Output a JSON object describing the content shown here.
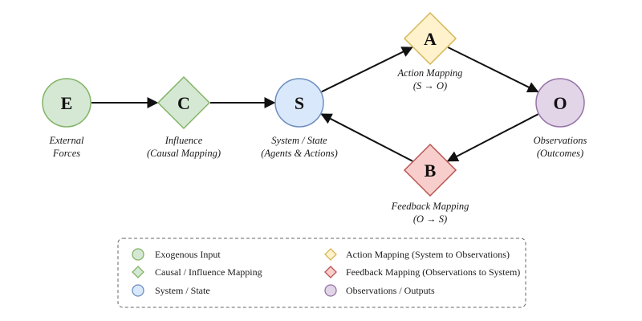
{
  "nodes": {
    "E": {
      "letter": "E",
      "label_lines": [
        "External",
        "Forces"
      ],
      "shape": "circle",
      "fill": "#d5e8d4",
      "stroke": "#82b366"
    },
    "C": {
      "letter": "C",
      "label_lines": [
        "Influence",
        "(Causal Mapping)"
      ],
      "shape": "diamond",
      "fill": "#d5e8d4",
      "stroke": "#82b366"
    },
    "S": {
      "letter": "S",
      "label_lines": [
        "System / State",
        "(Agents & Actions)"
      ],
      "shape": "circle",
      "fill": "#dae8fc",
      "stroke": "#6c8ebf"
    },
    "A": {
      "letter": "A",
      "label_lines": [
        "Action Mapping",
        "(S → O)"
      ],
      "shape": "diamond",
      "fill": "#fff2cc",
      "stroke": "#d6b656"
    },
    "O": {
      "letter": "O",
      "label_lines": [
        "Observations",
        "(Outcomes)"
      ],
      "shape": "circle",
      "fill": "#e1d5e7",
      "stroke": "#9673a6"
    },
    "B": {
      "letter": "B",
      "label_lines": [
        "Feedback Mapping",
        "(O → S)"
      ],
      "shape": "diamond",
      "fill": "#f8cecc",
      "stroke": "#b85450"
    }
  },
  "edges": [
    {
      "from": "E",
      "to": "C"
    },
    {
      "from": "C",
      "to": "S"
    },
    {
      "from": "S",
      "to": "A"
    },
    {
      "from": "A",
      "to": "O"
    },
    {
      "from": "O",
      "to": "B"
    },
    {
      "from": "B",
      "to": "S"
    }
  ],
  "legend": {
    "items": [
      {
        "label": "Exogenous Input",
        "shape": "circle",
        "fill": "#d5e8d4",
        "stroke": "#82b366"
      },
      {
        "label": "Causal / Influence Mapping",
        "shape": "diamond",
        "fill": "#d5e8d4",
        "stroke": "#82b366"
      },
      {
        "label": "System / State",
        "shape": "circle",
        "fill": "#dae8fc",
        "stroke": "#6c8ebf"
      },
      {
        "label": "Action Mapping (System to Observations)",
        "shape": "diamond",
        "fill": "#fff2cc",
        "stroke": "#d6b656"
      },
      {
        "label": "Feedback Mapping (Observations to System)",
        "shape": "diamond",
        "fill": "#f8cecc",
        "stroke": "#b85450"
      },
      {
        "label": "Observations / Outputs",
        "shape": "circle",
        "fill": "#e1d5e7",
        "stroke": "#9673a6"
      }
    ]
  }
}
